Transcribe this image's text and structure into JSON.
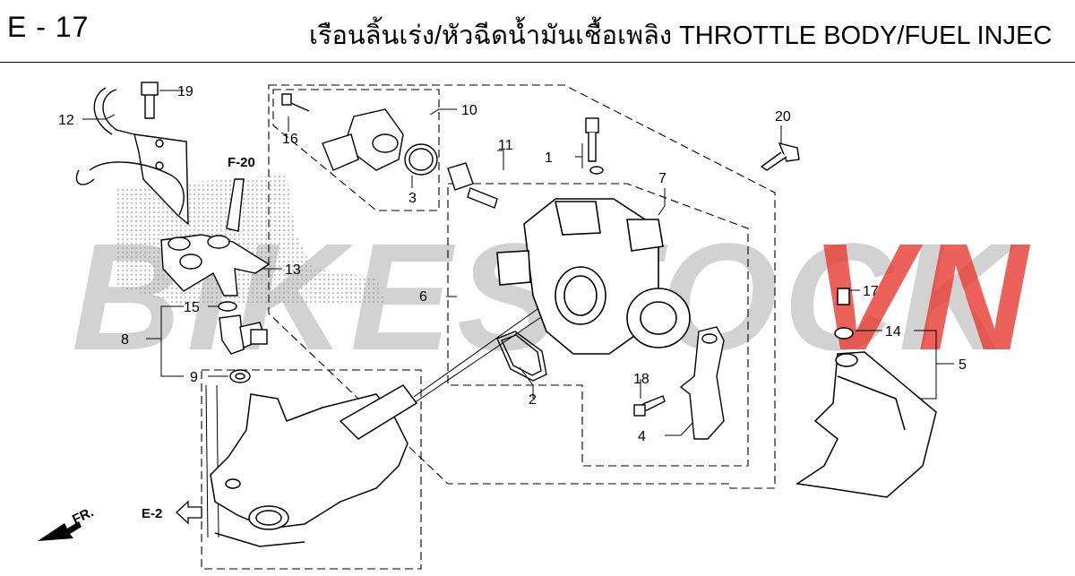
{
  "header": {
    "section_code": "E - 17",
    "title": "เรือนลิ้นเร่ง/หัวฉีดน้ำมันเชื้อเพลิง THROTTLE BODY/FUEL INJEC"
  },
  "watermark": {
    "part1": "BIKESTOCK",
    "part2": "VN",
    "color_gray": "#c4c4c4",
    "color_red": "#e83a30"
  },
  "references": {
    "top": "F-20",
    "left": "E-2",
    "front": "FR."
  },
  "callouts": [
    "1",
    "2",
    "3",
    "4",
    "5",
    "6",
    "7",
    "8",
    "9",
    "10",
    "11",
    "12",
    "13",
    "14",
    "15",
    "16",
    "17",
    "18",
    "19",
    "20"
  ]
}
